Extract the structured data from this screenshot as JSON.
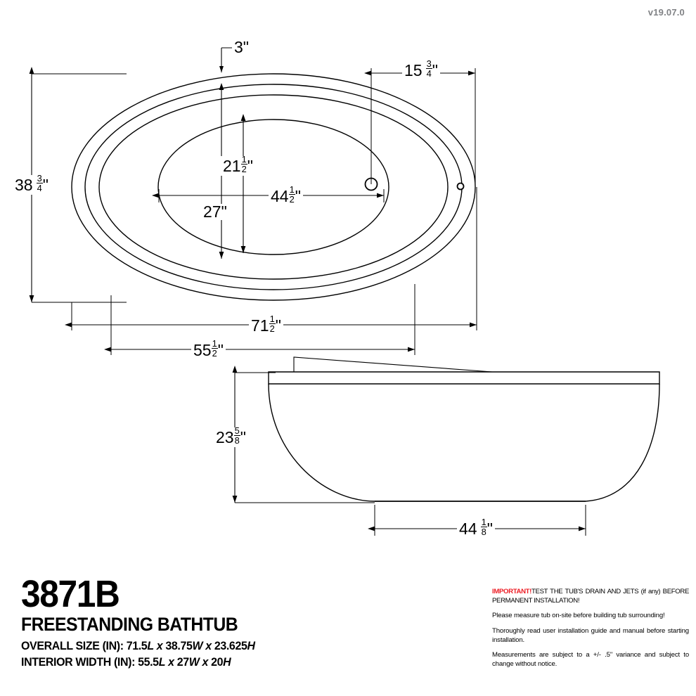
{
  "meta": {
    "version_label": "v19.07.0"
  },
  "title_block": {
    "model_number": "3871B",
    "product_type": "FREESTANDING BATHTUB",
    "overall_size_label": "OVERALL SIZE (IN):",
    "overall_size_value_1": "71.5",
    "overall_size_dim_1": "L",
    "overall_size_x1": "x",
    "overall_size_value_2": "38.75",
    "overall_size_dim_2": "W",
    "overall_size_x2": "x",
    "overall_size_value_3": "23.625",
    "overall_size_dim_3": "H",
    "interior_width_label": "INTERIOR WIDTH (IN):",
    "interior_value_1": "55.5",
    "interior_dim_1": "L",
    "interior_x1": "x",
    "interior_value_2": "27",
    "interior_dim_2": "W",
    "interior_x2": "x",
    "interior_value_3": "20",
    "interior_dim_3": "H"
  },
  "notes": {
    "important_tag": "IMPORTANT!",
    "important_text": "TEST THE TUB'S DRAIN AND JETS (if any) BEFORE PERMANENT INSTALLATION!",
    "note_2": "Please measure tub on-site before building tub surrounding!",
    "note_3": "Thoroughly read user installation guide and manual before starting installation.",
    "note_4": "Measurements are subject to a +/- .5\" variance and subject to change without notice.",
    "important_color": "#ed1c24"
  },
  "dimensions": {
    "top_rim_width": {
      "whole": "3",
      "num": "",
      "den": "",
      "unit": "\""
    },
    "drain_from_edge": {
      "whole": "15",
      "num": "3",
      "den": "4",
      "unit": "\""
    },
    "overall_width": {
      "whole": "38",
      "num": "3",
      "den": "4",
      "unit": "\""
    },
    "interior_depth_inner": {
      "whole": "21",
      "num": "1",
      "den": "2",
      "unit": "\""
    },
    "interior_depth_outer": {
      "whole": "27",
      "num": "",
      "den": "",
      "unit": "\""
    },
    "interior_length": {
      "whole": "44",
      "num": "1",
      "den": "2",
      "unit": "\""
    },
    "overall_length": {
      "whole": "71",
      "num": "1",
      "den": "2",
      "unit": "\""
    },
    "interior_length_outer": {
      "whole": "55",
      "num": "1",
      "den": "2",
      "unit": "\""
    },
    "overall_height": {
      "whole": "23",
      "num": "5",
      "den": "8",
      "unit": "\""
    },
    "base_width": {
      "whole": "44",
      "num": "1",
      "den": "8",
      "unit": "\""
    }
  },
  "views": {
    "plan_view_name": "plan-view-top",
    "elevation_view_name": "elevation-view-side"
  }
}
